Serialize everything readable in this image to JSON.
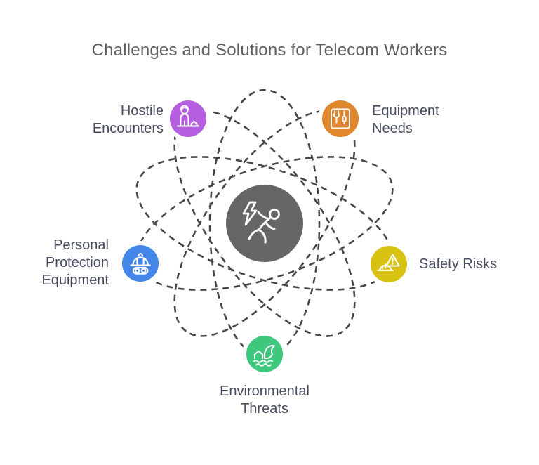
{
  "title": "Challenges and Solutions for Telecom Workers",
  "center": {
    "icon": "electric-shock-falling-person-icon",
    "color": "#666666"
  },
  "nodes": [
    {
      "id": "hostile-encounters",
      "label": "Hostile\nEncounters",
      "color": "#b55fe0",
      "icon": "worker-with-dog-icon"
    },
    {
      "id": "equipment-needs",
      "label": "Equipment\nNeeds",
      "color": "#e0862d",
      "icon": "tools-panel-icon"
    },
    {
      "id": "safety-risks",
      "label": "Safety Risks",
      "color": "#d9c312",
      "icon": "warning-hard-hat-icon"
    },
    {
      "id": "environmental-threats",
      "label": "Environmental\nThreats",
      "color": "#3dc87d",
      "icon": "flood-wave-house-icon"
    },
    {
      "id": "personal-protection-equipment",
      "label": "Personal\nProtection\nEquipment",
      "color": "#4486e8",
      "icon": "hard-hat-goggles-icon"
    }
  ],
  "style": {
    "dash_color": "#474747",
    "label_color": "#474d5f",
    "title_color": "#606060",
    "background": "#ffffff"
  }
}
